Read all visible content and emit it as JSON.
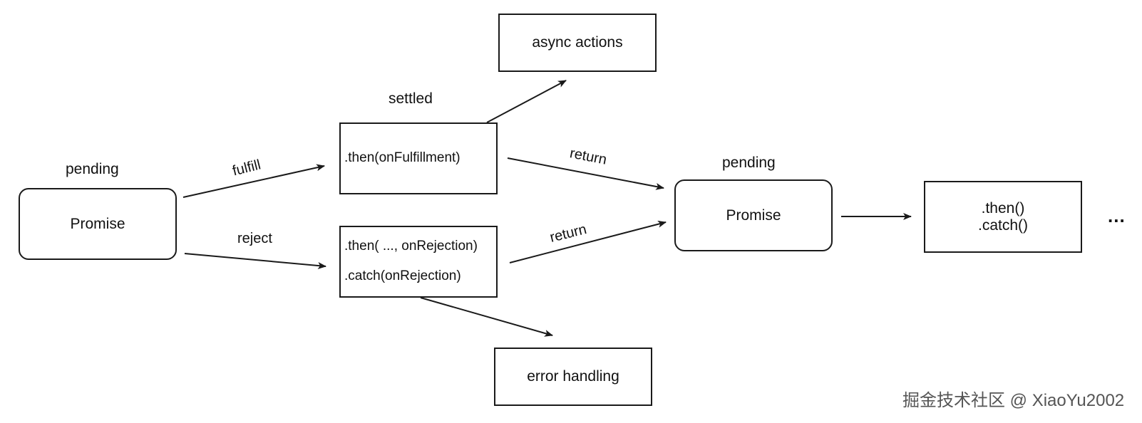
{
  "nodes": {
    "promise_start": {
      "label": "Promise",
      "state": "pending"
    },
    "then_fulfillment": {
      "label": ".then(onFulfillment)",
      "group_label": "settled"
    },
    "then_catch_rejection": {
      "line1": ".then( ..., onRejection)",
      "line2": ".catch(onRejection)"
    },
    "async_actions": {
      "label": "async actions"
    },
    "error_handling": {
      "label": "error handling"
    },
    "promise_next": {
      "label": "Promise",
      "state": "pending"
    },
    "then_catch_next": {
      "line1": ".then()",
      "line2": ".catch()"
    },
    "continuation": {
      "label": "..."
    }
  },
  "edges": {
    "fulfill": "fulfill",
    "reject": "reject",
    "return_from_fulfillment": "return",
    "return_from_rejection": "return"
  },
  "watermark": "掘金技术社区 @ XiaoYu2002",
  "colors": {
    "stroke": "#1a1a1a",
    "text": "#111111",
    "watermark": "#555555"
  }
}
